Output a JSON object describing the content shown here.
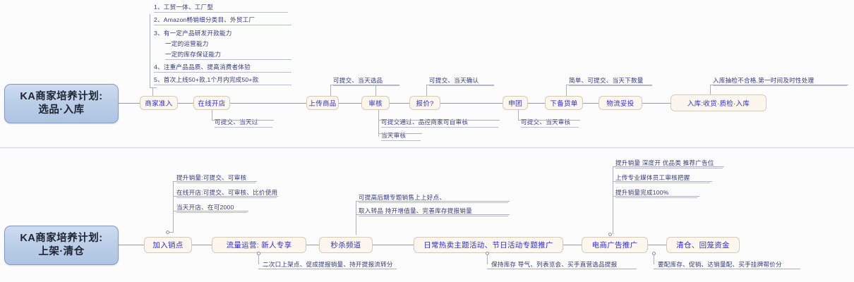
{
  "document": {
    "type": "mind-map-flowchart",
    "language": "zh-CN",
    "background_color": "#fdfdfd",
    "node_fill": "#fdf6ee",
    "node_border": "#d9c9b4",
    "node_text_color": "#2c2fd0",
    "root_fill": "#bccfe8",
    "note_color": "#343a7d"
  },
  "sections": [
    {
      "id": "section-selection-inbound",
      "root_title_line1": "KA商家培养计划:",
      "root_title_line2": "选品·入库",
      "criteria_list": [
        "1、工贸一体、工厂型",
        "2、Amazon畅销细分类目、外贸工厂",
        "3、有一定产品研发开款能力",
        "一定的运营能力",
        "一定的库存保证能力",
        "4、注重产品品质、提高消费者体验",
        "5、首次上线50+款,1个月内完成50+款"
      ],
      "nodes": [
        {
          "id": "n1",
          "label": "商家准入"
        },
        {
          "id": "n2",
          "label": "在线开店"
        },
        {
          "id": "n3",
          "label": "上传商品"
        },
        {
          "id": "n4",
          "label": "审核"
        },
        {
          "id": "n5",
          "label": "报价?"
        },
        {
          "id": "n6",
          "label": "申团"
        },
        {
          "id": "n7",
          "label": "下备货单"
        },
        {
          "id": "n8",
          "label": "物流妥投"
        },
        {
          "id": "n9",
          "label": "入库:收货·质检·入库"
        }
      ],
      "notes": [
        {
          "id": "a1",
          "text": "可提交、当天选品"
        },
        {
          "id": "a2",
          "text": "可提交、当天确认"
        },
        {
          "id": "a3",
          "text": "简单、可提交、当天下数量"
        },
        {
          "id": "a4",
          "text": "入库抽检不合格,第一时间及时性处理"
        },
        {
          "id": "b1",
          "text": "可提交、当天过"
        },
        {
          "id": "b2",
          "text": "可提交通过、品控商家可自审核"
        },
        {
          "id": "b3",
          "text": "当天审核"
        },
        {
          "id": "b4",
          "text": "可提交、当天审核"
        }
      ]
    },
    {
      "id": "section-listing-clearance",
      "root_title_line1": "KA商家培养计划:",
      "root_title_line2": "上架·清仓",
      "nodes": [
        {
          "id": "m1",
          "label": "加入销点"
        },
        {
          "id": "m2",
          "label": "流量运营: 新人专享"
        },
        {
          "id": "m3",
          "label": "秒杀频道"
        },
        {
          "id": "m4",
          "label": "日常热卖主题活动、节日活动专题推广"
        },
        {
          "id": "m5",
          "label": "电商广告推广"
        },
        {
          "id": "m6",
          "label": "清仓、回笼资金"
        }
      ],
      "notes": [
        {
          "id": "c1",
          "text": "提升销量:可提交、可审核"
        },
        {
          "id": "c2",
          "text": "在线开店:可提交、可审核、比价使用"
        },
        {
          "id": "c3",
          "text": "当天开店、在可2000"
        },
        {
          "id": "c4",
          "text": "可提高后期专题销售上上好点、"
        },
        {
          "id": "c5",
          "text": "取入转品 持开增值量、完善库存提报销量"
        },
        {
          "id": "c6",
          "text": "提升销量 深度开 优品类 推荐广告位"
        },
        {
          "id": "c7",
          "text": "上传专业媒体员工审核把握"
        },
        {
          "id": "c8",
          "text": "提升销量完成100%"
        },
        {
          "id": "d1",
          "text": "二次口上架点、促成提报销量、持开提报流转分"
        },
        {
          "id": "d2",
          "text": "保持库存 导气、列表览会、买手直营选品提报"
        },
        {
          "id": "d3",
          "text": "要配库存、促销、达销量配、买手挂牌帮价分"
        }
      ]
    }
  ]
}
